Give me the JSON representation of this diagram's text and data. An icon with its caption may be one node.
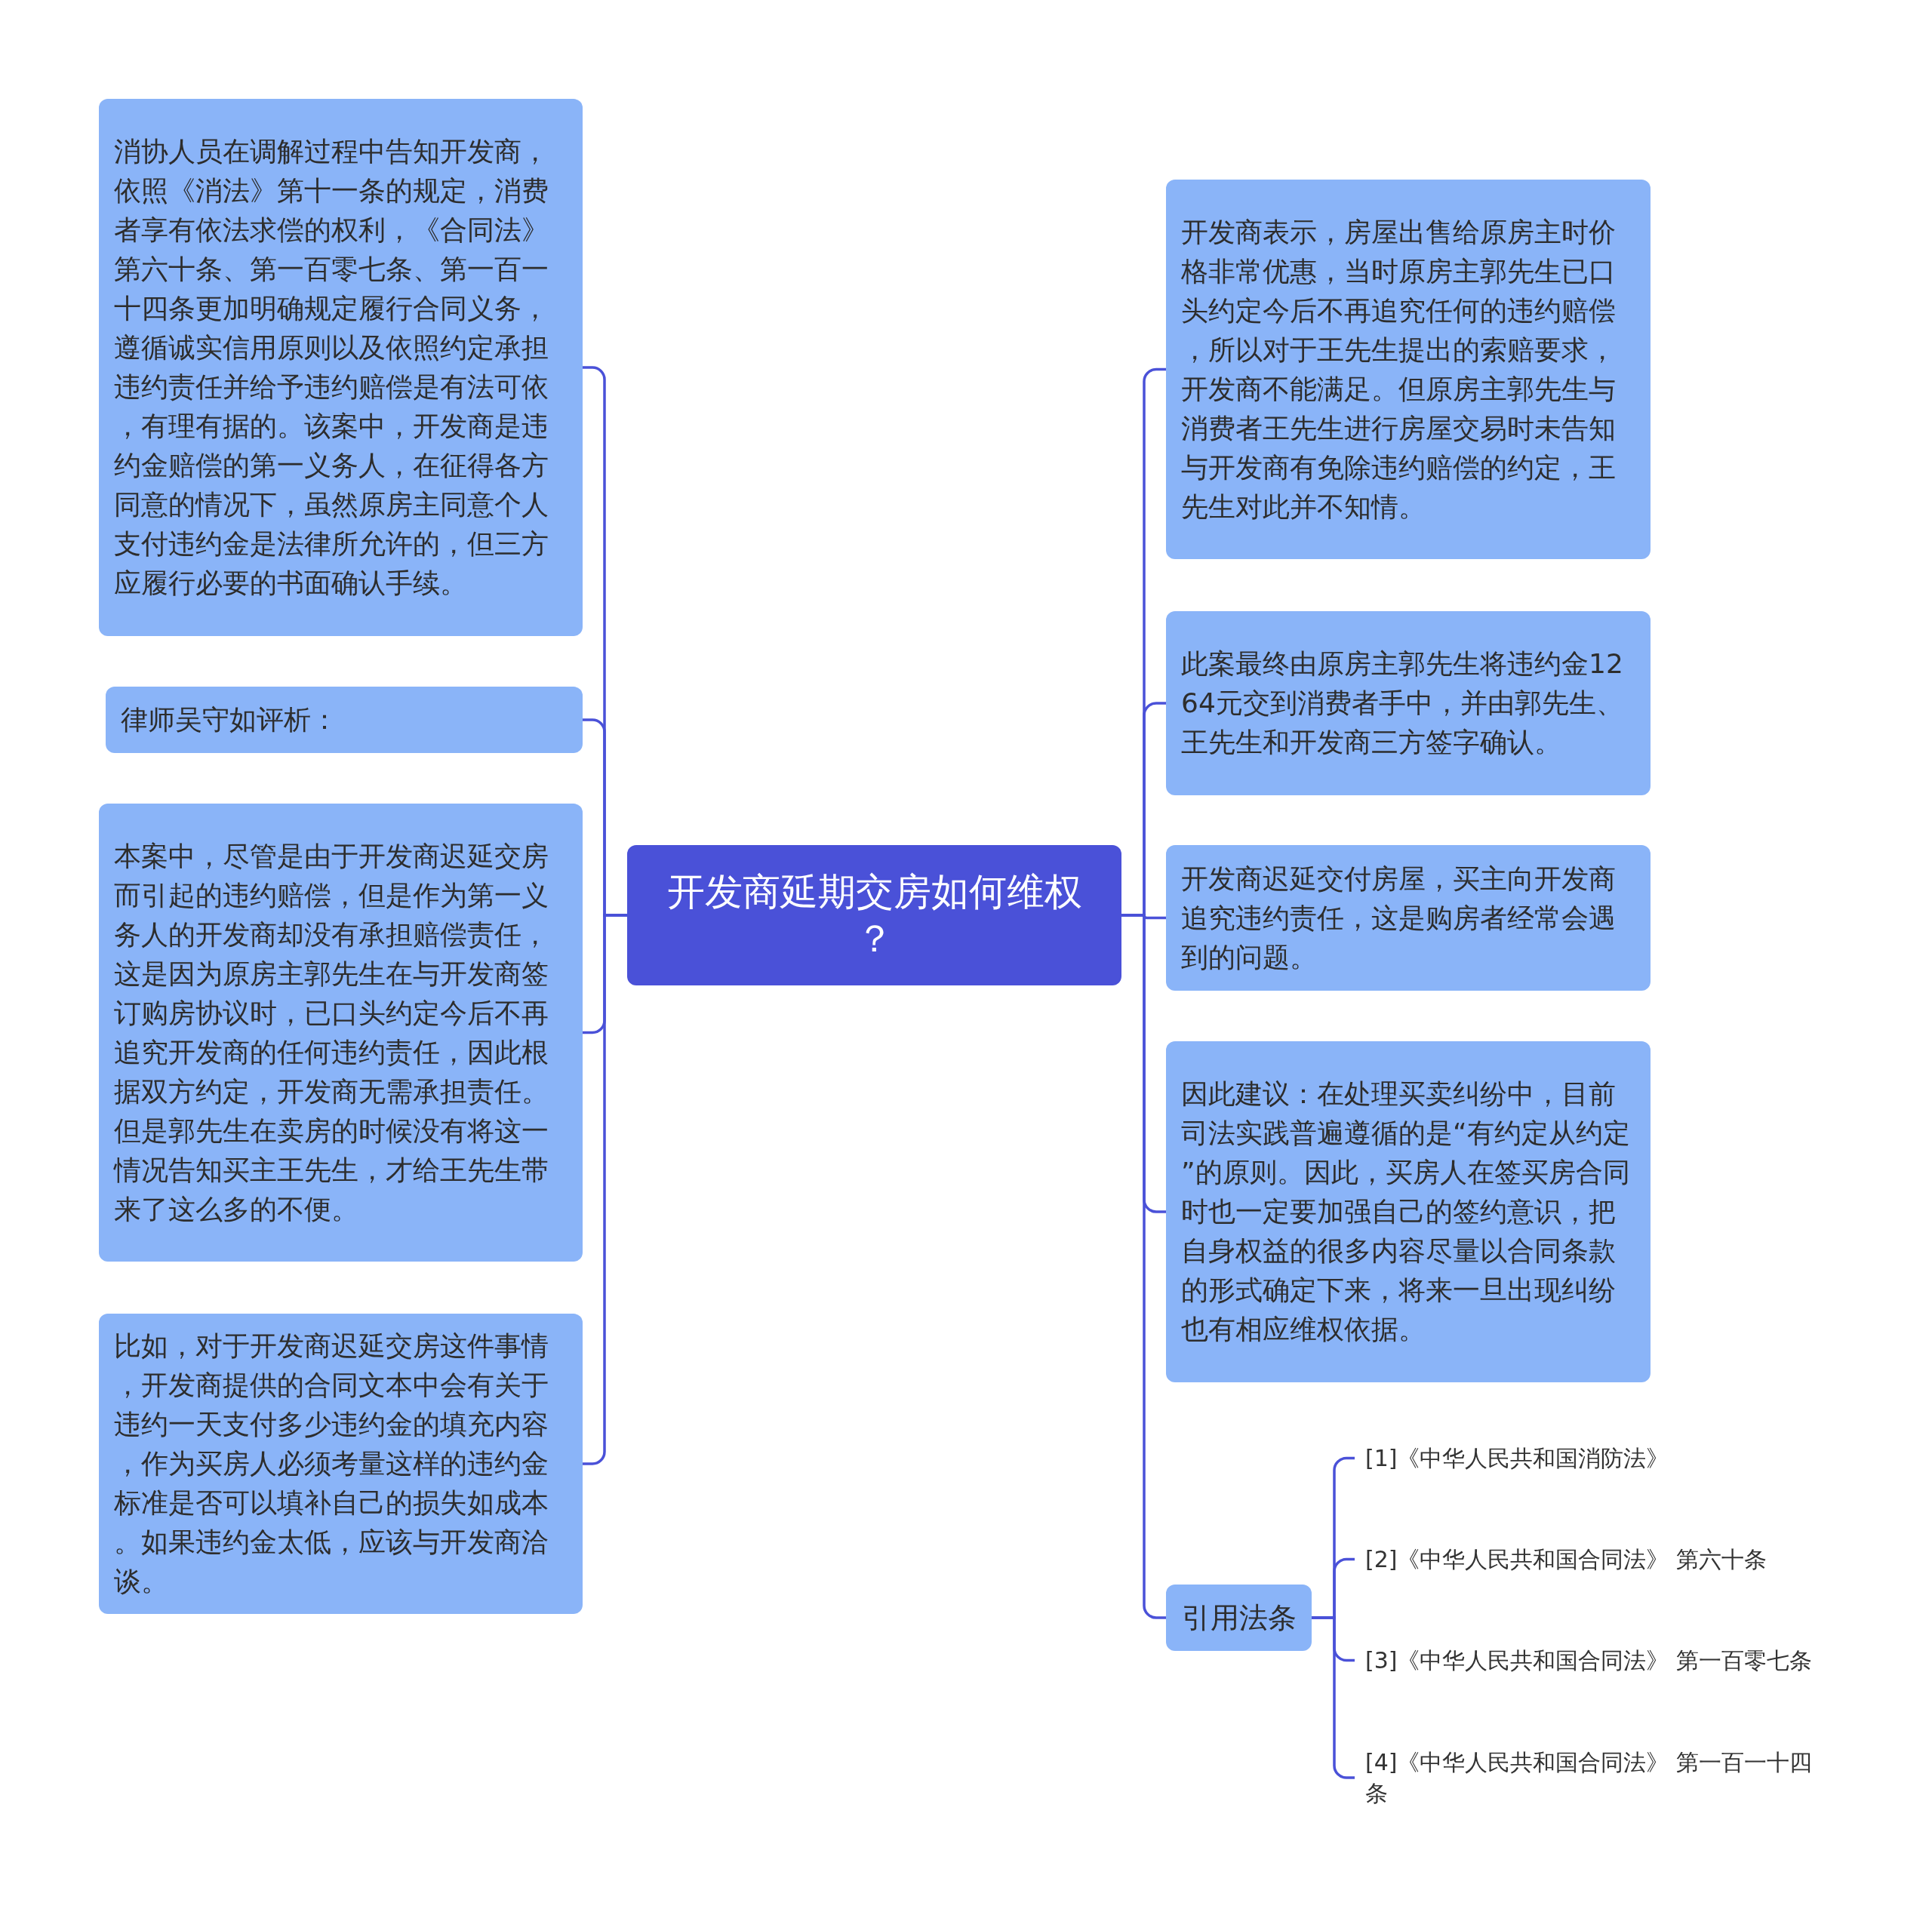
{
  "diagram": {
    "nodes": [
      {
        "text": [
          "开发商延期交房如何维权？"
        ]
      },
      {
        "text": [
          "消协人员在调解过程中告知开发商，依照《消法》第十一条的规定，消费者享有依法求偿的权利，《合同法》第六十条、第一百零七条、第一百一十四条更加明确规定履行合同义务，遵循诚实信用原则以及依照约定承担违约责任并给予违约赔偿是有法可依，有理有据的。该案中，开发商是违约金赔偿的第一义务人，在征得各方同意的情况下，虽然原房主同意个人支付违约金是法律所允许的，但三方应履行必要的书面确认手续。"
        ]
      },
      {
        "text": [
          "律师吴守如评析："
        ]
      },
      {
        "text": [
          "本案中，尽管是由于开发商迟延交房而引起的违约赔偿，但是作为第一义务人的开发商却没有承担赔偿责任，这是因为原房主郭先生在与开发商签订购房协议时，已口头约定今后不再追究开发商的任何违约责任，因此根据双方约定，开发商无需承担责任。但是郭先生在卖房的时候没有将这一情况告知买主王先生，才给王先生带来了这么多的不便。"
        ]
      },
      {
        "text": [
          "比如，对于开发商迟延交房这件事情，开发商提供的合同文本中会有关于违约一天支付多少违约金的填充内容，作为买房人必须考量这样的违约金标准是否可以填补自己的损失如成本。如果违约金太低，应该与开发商洽谈。"
        ]
      },
      {
        "text": [
          "开发商表示，房屋出售给原房主时价格非常优惠，当时原房主郭先生已口头约定今后不再追究任何的违约赔偿，所以对于王先生提出的索赔要求，开发商不能满足。但原房主郭先生与消费者王先生进行房屋交易时未告知与开发商有免除违约赔偿的约定，王先生对此并不知情。"
        ]
      },
      {
        "text": [
          "此案最终由原房主郭先生将违约金1264元交到消费者手中，并由郭先生、王先生和开发商三方签字确认。"
        ]
      },
      {
        "text": [
          "开发商迟延交付房屋，买主向开发商追究违约责任，这是购房者经常会遇到的问题。"
        ]
      },
      {
        "text": [
          "因此建议：在处理买卖纠纷中，目前司法实践普遍遵循的是“有约定从约定”的原则。因此，买房人在签买房合同时也一定要加强自己的签约意识，把自身权益的很多内容尽量以合同条款的形式确定下来，将来一旦出现纠纷也有相应维权依据。"
        ]
      },
      {
        "text": [
          "引用法条"
        ]
      },
      {
        "text": [
          "[1]《中华人民共和国消防法》"
        ]
      },
      {
        "text": [
          "[2]《中华人民共和国合同法》 第六十条"
        ]
      },
      {
        "text": [
          "[3]《中华人民共和国合同法》 第一百零七条"
        ]
      },
      {
        "text": [
          "[4]《中华人民共和国合同法》 第一百一十四条"
        ]
      }
    ],
    "edges": [
      {
        "from": 0,
        "to": 1,
        "arrow": "none"
      },
      {
        "from": 0,
        "to": 2,
        "arrow": "none"
      },
      {
        "from": 0,
        "to": 3,
        "arrow": "none"
      },
      {
        "from": 0,
        "to": 4,
        "arrow": "none"
      },
      {
        "from": 0,
        "to": 5,
        "arrow": "none"
      },
      {
        "from": 0,
        "to": 6,
        "arrow": "none"
      },
      {
        "from": 0,
        "to": 7,
        "arrow": "none"
      },
      {
        "from": 0,
        "to": 8,
        "arrow": "none"
      },
      {
        "from": 0,
        "to": 9,
        "arrow": "none"
      },
      {
        "from": 9,
        "to": 10,
        "arrow": "none"
      },
      {
        "from": 9,
        "to": 11,
        "arrow": "none"
      },
      {
        "from": 9,
        "to": 12,
        "arrow": "none"
      },
      {
        "from": 9,
        "to": 13,
        "arrow": "none"
      }
    ]
  }
}
